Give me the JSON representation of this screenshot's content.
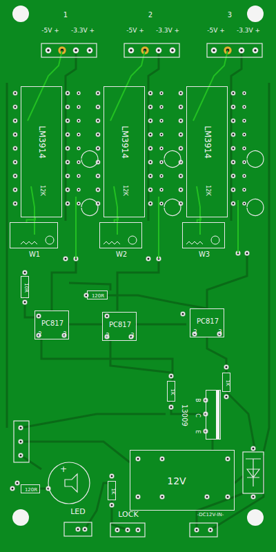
{
  "diagram": {
    "nodes": [
      {
        "text": [
          "LM3914",
          "12K"
        ]
      },
      {
        "text": [
          "LM3914",
          "12K"
        ]
      },
      {
        "text": [
          "LM3914",
          "12K"
        ]
      },
      {
        "text": [
          "W1"
        ]
      },
      {
        "text": [
          "W2"
        ]
      },
      {
        "text": [
          "W3"
        ]
      },
      {
        "text": [
          "10R"
        ]
      },
      {
        "text": [
          "120R"
        ]
      },
      {
        "text": [
          "PC817",
          "2",
          "3"
        ]
      },
      {
        "text": [
          "PC817",
          "2",
          "3"
        ]
      },
      {
        "text": [
          "PC817",
          "2",
          "3"
        ]
      },
      {
        "text": [
          "1K"
        ]
      },
      {
        "text": [
          "1K"
        ]
      },
      {
        "text": [
          "13009",
          "B",
          "C",
          "E"
        ]
      },
      {
        "text": [
          "12V"
        ]
      },
      {
        "text": [
          "120R"
        ]
      },
      {
        "text": [
          "1K"
        ]
      }
    ],
    "edges": [
      {
        "from": 0,
        "to": 3,
        "arrow": "none"
      },
      {
        "from": 1,
        "to": 4,
        "arrow": "none"
      },
      {
        "from": 2,
        "to": 5,
        "arrow": "none"
      }
    ],
    "labels": [
      "1",
      "-5V +",
      "-3.3V +",
      "2",
      "-5V +",
      "-3.3V +",
      "3",
      "-5V +",
      "-3.3V +",
      "+",
      "LED",
      "LOCK",
      "-DC12V-IN-"
    ]
  }
}
